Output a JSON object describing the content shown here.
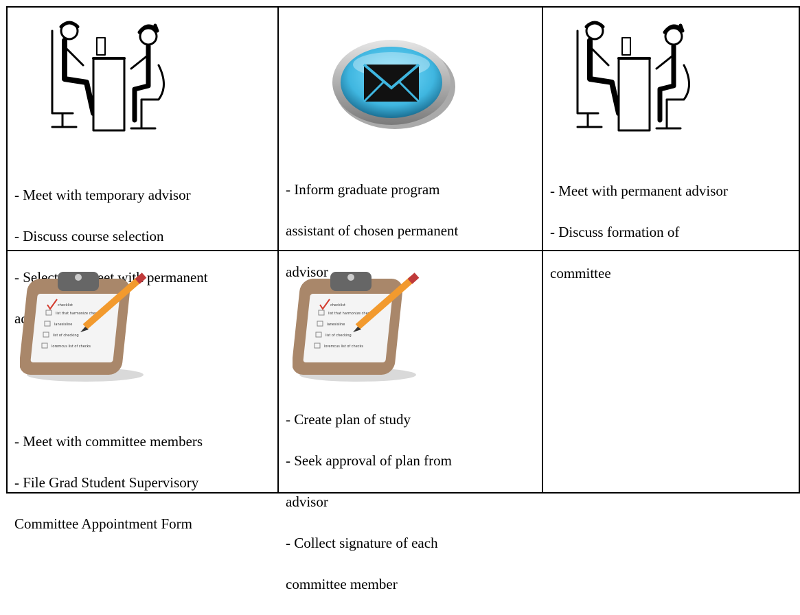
{
  "table": {
    "rows": [
      {
        "cells": [
          {
            "icon": "advisor-meeting-illustration",
            "lines": [
              " - Meet with temporary advisor",
              " - Discuss course selection",
              " - Select and meet with permanent",
              "advisor"
            ]
          },
          {
            "icon": "email-envelope-icon",
            "lines": [
              " - Inform graduate program",
              "assistant of chosen permanent",
              "advisor"
            ]
          },
          {
            "icon": "advisor-meeting-illustration",
            "lines": [
              " - Meet with permanent advisor",
              " - Discuss formation of",
              "committee"
            ]
          }
        ]
      },
      {
        "cells": [
          {
            "icon": "clipboard-checklist-icon",
            "lines": [
              " - Meet with committee members",
              " - File Grad Student Supervisory",
              "Committee Appointment Form"
            ]
          },
          {
            "icon": "clipboard-checklist-icon",
            "lines": [
              " - Create plan of study",
              " - Seek approval of plan from",
              "advisor",
              " - Collect signature of each",
              "committee member"
            ]
          },
          {
            "icon": "",
            "lines": []
          }
        ]
      }
    ]
  },
  "clipboard_text": {
    "heading": "checklist",
    "items": [
      "list that harmonize checklist",
      "lanesisline",
      "list of checking",
      "loremcus list of checks"
    ]
  },
  "colors": {
    "envelope_blue": "#3fb6e0",
    "clipboard_brown": "#a9876a",
    "pencil_orange": "#f29a2e",
    "check_red": "#d33a2c"
  }
}
